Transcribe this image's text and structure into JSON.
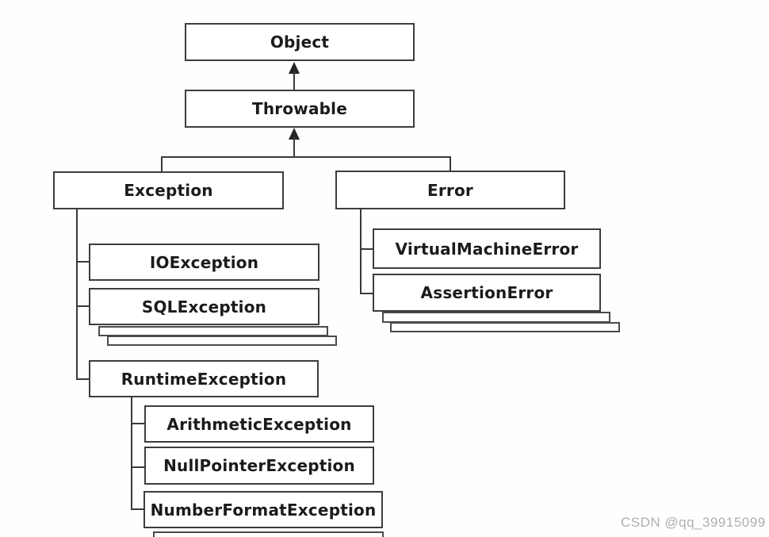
{
  "diagram": {
    "type": "class-hierarchy",
    "nodes": {
      "object": {
        "label": "Object"
      },
      "throwable": {
        "label": "Throwable"
      },
      "exception": {
        "label": "Exception"
      },
      "error": {
        "label": "Error"
      },
      "io_exception": {
        "label": "IOException"
      },
      "sql_exception": {
        "label": "SQLException"
      },
      "runtime_exception": {
        "label": "RuntimeException"
      },
      "arithmetic_exception": {
        "label": "ArithmeticException"
      },
      "null_pointer_exception": {
        "label": "NullPointerException"
      },
      "number_format_exception": {
        "label": "NumberFormatException"
      },
      "virtual_machine_error": {
        "label": "VirtualMachineError"
      },
      "assertion_error": {
        "label": "AssertionError"
      }
    },
    "relationships": [
      {
        "child": "Throwable",
        "parent": "Object"
      },
      {
        "child": "Exception",
        "parent": "Throwable"
      },
      {
        "child": "Error",
        "parent": "Throwable"
      },
      {
        "child": "IOException",
        "parent": "Exception"
      },
      {
        "child": "SQLException",
        "parent": "Exception"
      },
      {
        "child": "RuntimeException",
        "parent": "Exception"
      },
      {
        "child": "ArithmeticException",
        "parent": "RuntimeException"
      },
      {
        "child": "NullPointerException",
        "parent": "RuntimeException"
      },
      {
        "child": "NumberFormatException",
        "parent": "RuntimeException"
      },
      {
        "child": "VirtualMachineError",
        "parent": "Error"
      },
      {
        "child": "AssertionError",
        "parent": "Error"
      }
    ],
    "colors": {
      "box_border": "#3d3d3d",
      "box_fill": "#ffffff",
      "text": "#1b1b1b",
      "line": "#3a3a3a",
      "watermark": "#aeaeae",
      "background": "#fefefe"
    }
  },
  "watermark": {
    "text": "CSDN @qq_39915099"
  }
}
